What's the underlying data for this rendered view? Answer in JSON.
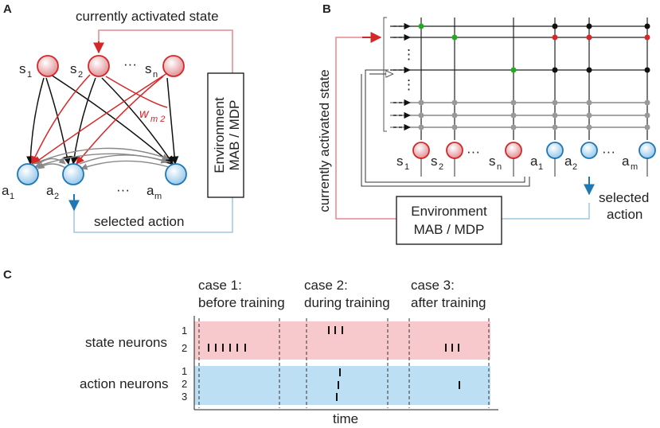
{
  "panels": {
    "a": "A",
    "b": "B",
    "c": "C"
  },
  "panel_a": {
    "top_label": "currently activated state",
    "bottom_label": "selected action",
    "weight_label_main": "w",
    "weight_label_sub": "m 2",
    "state_nodes": [
      {
        "main": "s",
        "sub": "1"
      },
      {
        "main": "s",
        "sub": "2"
      },
      {
        "main": "s",
        "sub": "n"
      }
    ],
    "state_dots": "···",
    "action_nodes": [
      {
        "main": "a",
        "sub": "1"
      },
      {
        "main": "a",
        "sub": "2"
      },
      {
        "main": "a",
        "sub": "m"
      }
    ],
    "action_dots": "···",
    "environment_line1": "Environment",
    "environment_line2": "MAB / MDP"
  },
  "panel_b": {
    "side_label": "currently activated state",
    "bottom_right_label_1": "selected",
    "bottom_right_label_2": "action",
    "environment_line1": "Environment",
    "environment_line2": "MAB / MDP",
    "column_labels": [
      {
        "main": "s",
        "sub": "1"
      },
      {
        "main": "s",
        "sub": "2"
      },
      {
        "main": "",
        "sub": ""
      },
      {
        "main": "s",
        "sub": "n"
      },
      {
        "main": "a",
        "sub": "1"
      },
      {
        "main": "a",
        "sub": "2"
      },
      {
        "main": "",
        "sub": ""
      },
      {
        "main": "a",
        "sub": "m"
      }
    ],
    "dots": "···",
    "vdots": "⋮"
  },
  "panel_c": {
    "cases": [
      {
        "line1": "case 1:",
        "line2": "before training"
      },
      {
        "line1": "case 2:",
        "line2": "during training"
      },
      {
        "line1": "case 3:",
        "line2": "after training"
      }
    ],
    "state_label": "state neurons",
    "action_label": "action neurons",
    "state_rows": [
      "1",
      "2"
    ],
    "action_rows": [
      "1",
      "2",
      "3"
    ],
    "x_label": "time"
  },
  "colors": {
    "red": "#d62728",
    "blue": "#1f77b4",
    "pink_band": "#f8c9cc",
    "blue_band": "#bddff3",
    "green": "#22aa22"
  }
}
